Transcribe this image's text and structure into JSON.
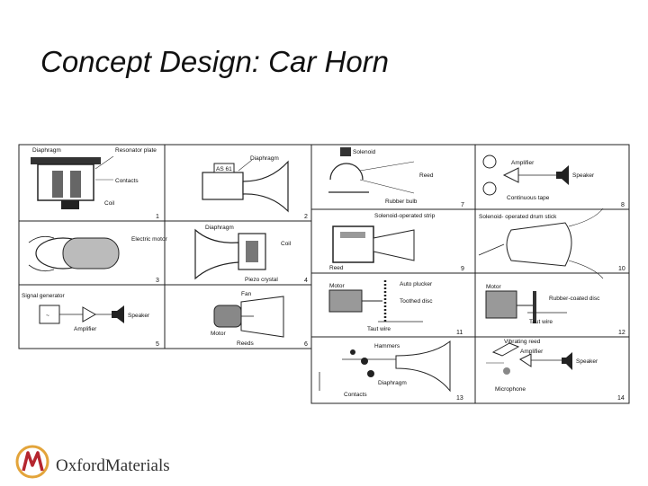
{
  "slide": {
    "title": "Concept Design: Car Horn"
  },
  "brand": {
    "name": "OxfordMaterials"
  },
  "panels": [
    {
      "number": "1",
      "labels": [
        "Diaphragm",
        "Resonator plate",
        "Contacts",
        "Coil"
      ]
    },
    {
      "number": "2",
      "labels": [
        "Diaphragm",
        "AS 61"
      ]
    },
    {
      "number": "3",
      "labels": [
        "Electric motor"
      ]
    },
    {
      "number": "4",
      "labels": [
        "Diaphragm",
        "Coil",
        "Piezo crystal"
      ]
    },
    {
      "number": "5",
      "labels": [
        "Signal generator",
        "Speaker",
        "Amplifier"
      ]
    },
    {
      "number": "6",
      "labels": [
        "Fan",
        "Motor",
        "Reeds"
      ]
    },
    {
      "number": "7",
      "labels": [
        "Solenoid",
        "Reed",
        "Rubber bulb"
      ]
    },
    {
      "number": "8",
      "labels": [
        "Amplifier",
        "Speaker",
        "Continuous tape"
      ]
    },
    {
      "number": "9",
      "labels": [
        "Solenoid-operated strip",
        "Reed"
      ]
    },
    {
      "number": "10",
      "labels": [
        "Solenoid- operated drum stick"
      ]
    },
    {
      "number": "11",
      "labels": [
        "Motor",
        "Auto plucker",
        "Toothed disc",
        "Taut wire"
      ]
    },
    {
      "number": "12",
      "labels": [
        "Motor",
        "Rubber-coated disc",
        "Taut wire"
      ]
    },
    {
      "number": "13",
      "labels": [
        "Hammers",
        "Diaphragm",
        "Contacts"
      ]
    },
    {
      "number": "14",
      "labels": [
        "Vibrating reed",
        "Amplifier",
        "Speaker",
        "Microphone"
      ]
    }
  ]
}
